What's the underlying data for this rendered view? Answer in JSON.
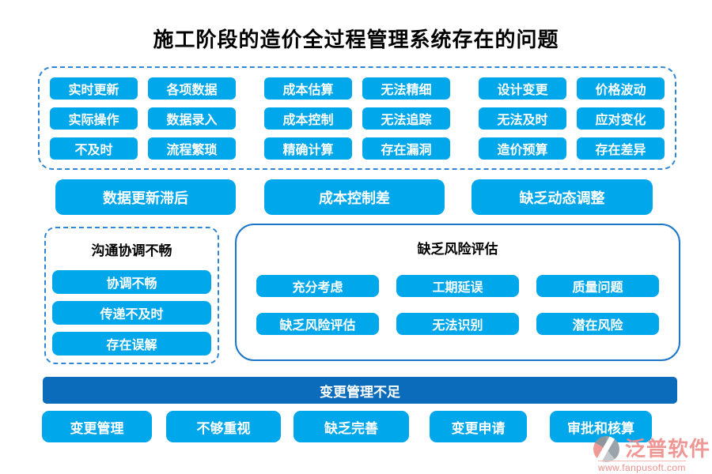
{
  "title": "施工阶段的造价全过程管理系统存在的问题",
  "top_box": {
    "rows": [
      [
        "实时更新",
        "各项数据",
        "成本估算",
        "无法精细",
        "设计变更",
        "价格波动"
      ],
      [
        "实际操作",
        "数据录入",
        "成本控制",
        "无法追踪",
        "无法及时",
        "应对变化"
      ],
      [
        "不及时",
        "流程繁琐",
        "精确计算",
        "存在漏洞",
        "造价预算",
        "存在差异"
      ]
    ]
  },
  "summary_row": [
    "数据更新滞后",
    "成本控制差",
    "缺乏动态调整"
  ],
  "communication_box": {
    "title": "沟通协调不畅",
    "items": [
      "协调不畅",
      "传递不及时",
      "存在误解"
    ]
  },
  "risk_box": {
    "title": "缺乏风险评估",
    "rows": [
      [
        "充分考虑",
        "工期延误",
        "质量问题"
      ],
      [
        "缺乏风险评估",
        "无法识别",
        "潜在风险"
      ]
    ]
  },
  "banner": {
    "label": "变更管理不足"
  },
  "bottom_row": [
    "变更管理",
    "不够重视",
    "缺乏完善",
    "变更申请",
    "审批和核算"
  ],
  "watermark": {
    "brand": "泛普软件",
    "url": "www.fanpusoft.com"
  },
  "colors": {
    "chip_blue": "#00a7eb",
    "banner_blue": "#0a6cba",
    "dashed_border": "#2f86d4",
    "solid_border": "#1b75c8",
    "brand_pink": "#ee8f8c",
    "title_black": "#000000"
  }
}
